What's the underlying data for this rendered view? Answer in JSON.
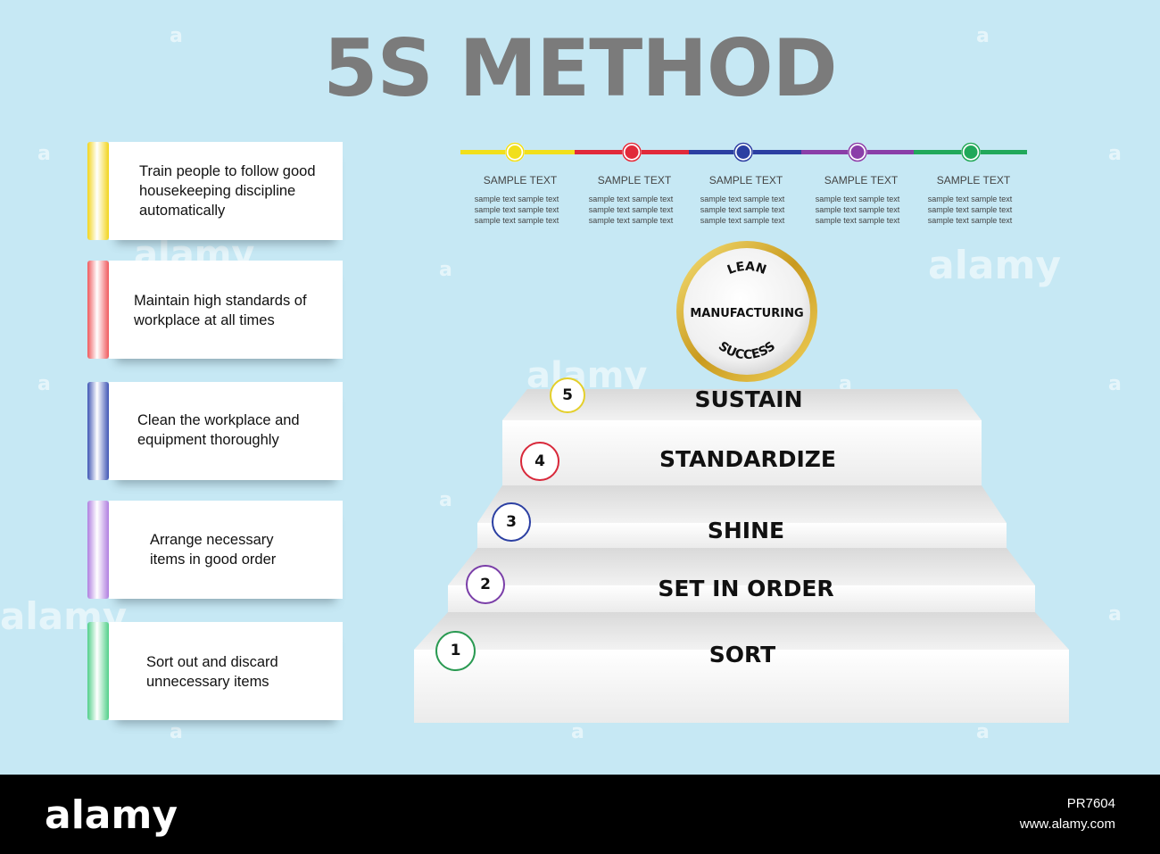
{
  "title": "5S METHOD",
  "cards": [
    {
      "text": "Train people to follow good housekeeping discipline automatically",
      "color": "#f2d41c"
    },
    {
      "text": "Maintain high standards of workplace at all times",
      "color": "#ef5a5e"
    },
    {
      "text": "Clean the workplace and equipment thoroughly",
      "color": "#4056b5"
    },
    {
      "text": "Arrange necessary items in good order",
      "color": "#b07fe0"
    },
    {
      "text": "Sort out and discard unnecessary items",
      "color": "#52d08a"
    }
  ],
  "timeline": {
    "colors": [
      "#f1df1b",
      "#e12a3a",
      "#2b3fa2",
      "#8a3ea8",
      "#21a85a"
    ],
    "items": [
      {
        "label": "SAMPLE TEXT",
        "lines": [
          "sample text  sample text",
          "sample text  sample text",
          "sample text  sample text"
        ]
      },
      {
        "label": "SAMPLE TEXT",
        "lines": [
          "sample text  sample text",
          "sample text  sample text",
          "sample text  sample text"
        ]
      },
      {
        "label": "SAMPLE TEXT",
        "lines": [
          "sample text  sample text",
          "sample text  sample text",
          "sample text  sample text"
        ]
      },
      {
        "label": "SAMPLE TEXT",
        "lines": [
          "sample text  sample text",
          "sample text  sample text",
          "sample text  sample text"
        ]
      },
      {
        "label": "SAMPLE TEXT",
        "lines": [
          "sample text  sample text",
          "sample text  sample text",
          "sample text  sample text"
        ]
      }
    ]
  },
  "medal": {
    "top": "LEAN",
    "middle": "MANUFACTURING",
    "bottom": "SUCCESS"
  },
  "steps": [
    {
      "number": "5",
      "label": "SUSTAIN",
      "color": "#e4cf2a"
    },
    {
      "number": "4",
      "label": "STANDARDIZE",
      "color": "#d8283a"
    },
    {
      "number": "3",
      "label": "SHINE",
      "color": "#2b3fa2"
    },
    {
      "number": "2",
      "label": "SET IN ORDER",
      "color": "#7a3ea8"
    },
    {
      "number": "1",
      "label": "SORT",
      "color": "#2a9a52"
    }
  ],
  "watermarks": {
    "brand": "alamy",
    "mark": "a"
  },
  "footer": {
    "logo": "alamy",
    "id": "PR7604",
    "url": "www.alamy.com"
  }
}
